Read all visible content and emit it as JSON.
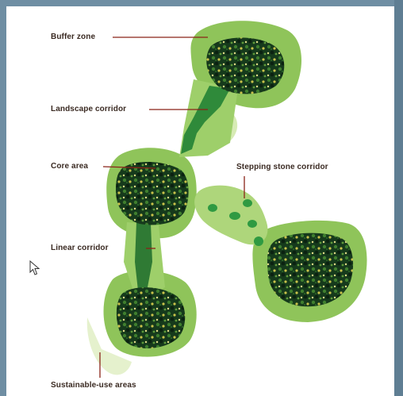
{
  "labels": {
    "buffer_zone": "Buffer zone",
    "landscape_corridor": "Landscape corridor",
    "core_area": "Core area",
    "stepping_stone_corridor": "Stepping stone corridor",
    "linear_corridor": "Linear corridor",
    "sustainable_use_areas": "Sustainable-use areas"
  },
  "colors": {
    "frame": "#6f8ea3",
    "background": "#ffffff",
    "sustainable_use": "#c9e3a2",
    "buffer": "#8fc45a",
    "corridor": "#2f8a3a",
    "core_dark": "#0f2a18",
    "core_mid": "#2d6a2a",
    "core_light": "#c9c24a",
    "leader_line": "#8a2318",
    "label_text": "#3a2a22"
  },
  "icons": {
    "cursor": "mouse-pointer-icon"
  }
}
